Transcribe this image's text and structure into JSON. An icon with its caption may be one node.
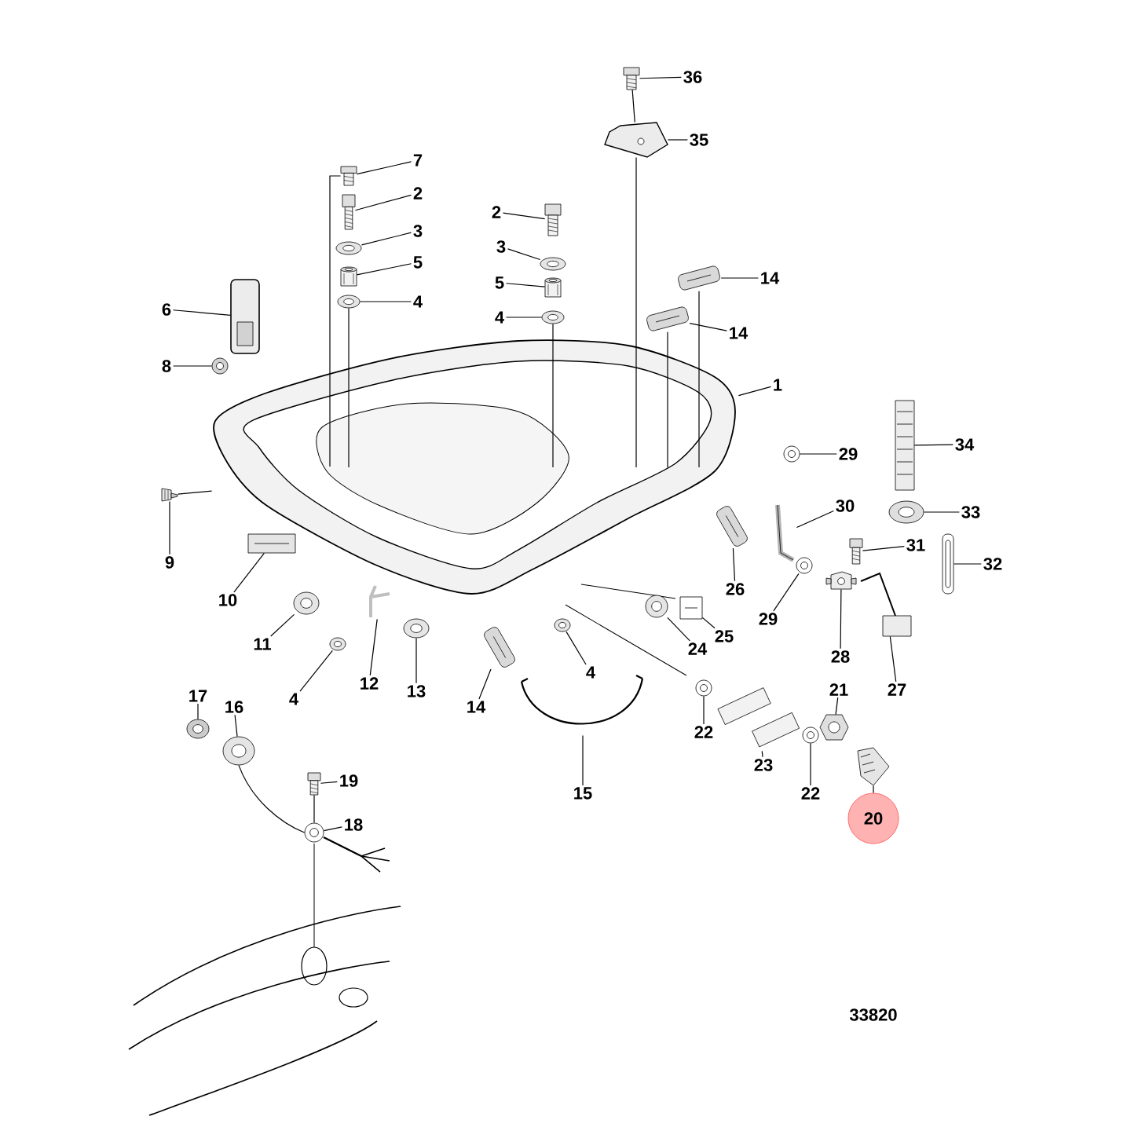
{
  "diagram": {
    "nodes": [
      {
        "text": [
          "36"
        ]
      },
      {
        "text": [
          "35"
        ]
      },
      {
        "text": [
          "7"
        ]
      },
      {
        "text": [
          "2"
        ]
      },
      {
        "text": [
          "2"
        ]
      },
      {
        "text": [
          "3"
        ]
      },
      {
        "text": [
          "3"
        ]
      },
      {
        "text": [
          "14"
        ]
      },
      {
        "text": [
          "5"
        ]
      },
      {
        "text": [
          "5"
        ]
      },
      {
        "text": [
          "6"
        ]
      },
      {
        "text": [
          "4"
        ]
      },
      {
        "text": [
          "4"
        ]
      },
      {
        "text": [
          "8"
        ]
      },
      {
        "text": [
          "14"
        ]
      },
      {
        "text": [
          "1"
        ]
      },
      {
        "text": [
          "34"
        ]
      },
      {
        "text": [
          "29"
        ]
      },
      {
        "text": [
          "30"
        ]
      },
      {
        "text": [
          "33"
        ]
      },
      {
        "text": [
          "31"
        ]
      },
      {
        "text": [
          "32"
        ]
      },
      {
        "text": [
          "9"
        ]
      },
      {
        "text": [
          "10"
        ]
      },
      {
        "text": [
          "26"
        ]
      },
      {
        "text": [
          "25"
        ]
      },
      {
        "text": [
          "24"
        ]
      },
      {
        "text": [
          "29"
        ]
      },
      {
        "text": [
          "4"
        ]
      },
      {
        "text": [
          "28"
        ]
      },
      {
        "text": [
          "11"
        ]
      },
      {
        "text": [
          "12"
        ]
      },
      {
        "text": [
          "13"
        ]
      },
      {
        "text": [
          "21"
        ]
      },
      {
        "text": [
          "17"
        ]
      },
      {
        "text": [
          "27"
        ]
      },
      {
        "text": [
          "4"
        ]
      },
      {
        "text": [
          "14"
        ]
      },
      {
        "text": [
          "16"
        ]
      },
      {
        "text": [
          "22"
        ]
      },
      {
        "text": [
          "23"
        ]
      },
      {
        "text": [
          "19"
        ]
      },
      {
        "text": [
          "22"
        ]
      },
      {
        "text": [
          "15"
        ]
      },
      {
        "text": [
          "20"
        ]
      },
      {
        "text": [
          "18"
        ]
      },
      {
        "text": [],
        "shape": "picture"
      },
      {
        "text": [],
        "shape": "picture"
      },
      {
        "text": [],
        "shape": "picture"
      },
      {
        "text": [],
        "shape": "picture"
      },
      {
        "text": [],
        "shape": "picture"
      },
      {
        "text": [],
        "shape": "picture"
      },
      {
        "text": [],
        "shape": "picture"
      },
      {
        "text": [],
        "shape": "picture"
      },
      {
        "text": [],
        "shape": "picture"
      },
      {
        "text": [],
        "shape": "picture"
      },
      {
        "text": [],
        "shape": "picture"
      },
      {
        "text": [],
        "shape": "picture"
      },
      {
        "text": [],
        "shape": "picture"
      },
      {
        "text": [],
        "shape": "picture"
      },
      {
        "text": [],
        "shape": "picture"
      },
      {
        "text": [],
        "shape": "picture"
      },
      {
        "text": [],
        "shape": "picture"
      },
      {
        "text": [],
        "shape": "picture"
      },
      {
        "text": [],
        "shape": "picture"
      },
      {
        "text": [],
        "shape": "picture"
      },
      {
        "text": [],
        "shape": "picture"
      },
      {
        "text": [],
        "shape": "picture"
      },
      {
        "text": [],
        "shape": "picture"
      },
      {
        "text": [],
        "shape": "picture"
      },
      {
        "text": [],
        "shape": "picture"
      },
      {
        "text": [],
        "shape": "picture"
      },
      {
        "text": [],
        "shape": "picture"
      },
      {
        "text": [],
        "shape": "picture"
      },
      {
        "text": [],
        "shape": "picture"
      },
      {
        "text": [],
        "shape": "picture"
      },
      {
        "text": [],
        "shape": "picture"
      },
      {
        "text": [],
        "shape": "picture"
      },
      {
        "text": [],
        "shape": "picture"
      },
      {
        "text": [],
        "shape": "picture"
      },
      {
        "text": [],
        "shape": "picture"
      },
      {
        "text": [],
        "shape": "picture"
      },
      {
        "text": [],
        "shape": "picture"
      },
      {
        "text": [],
        "shape": "picture"
      },
      {
        "text": [],
        "shape": "picture"
      },
      {
        "text": [],
        "shape": "picture"
      },
      {
        "text": [],
        "shape": "picture"
      },
      {
        "text": [],
        "shape": "picture"
      },
      {
        "text": [],
        "shape": "picture"
      },
      {
        "text": [],
        "shape": "picture"
      },
      {
        "text": [],
        "shape": "picture"
      },
      {
        "text": [],
        "shape": "picture"
      }
    ],
    "edges": [
      {
        "from": 0,
        "to": 46,
        "arrow": "none"
      },
      {
        "from": 1,
        "to": 47,
        "arrow": "none"
      },
      {
        "from": 2,
        "to": 48,
        "arrow": "none"
      },
      {
        "from": 3,
        "to": 49,
        "arrow": "none"
      },
      {
        "from": 4,
        "to": 50,
        "arrow": "none"
      },
      {
        "from": 5,
        "to": 51,
        "arrow": "none"
      },
      {
        "from": 6,
        "to": 52,
        "arrow": "none"
      },
      {
        "from": 7,
        "to": 53,
        "arrow": "none"
      },
      {
        "from": 8,
        "to": 54,
        "arrow": "none"
      },
      {
        "from": 9,
        "to": 55,
        "arrow": "none"
      },
      {
        "from": 10,
        "to": 56,
        "arrow": "none"
      },
      {
        "from": 11,
        "to": 57,
        "arrow": "none"
      },
      {
        "from": 12,
        "to": 58,
        "arrow": "none"
      },
      {
        "from": 13,
        "to": 59,
        "arrow": "none"
      },
      {
        "from": 14,
        "to": 60,
        "arrow": "none"
      },
      {
        "from": 15,
        "to": 61,
        "arrow": "none"
      },
      {
        "from": 16,
        "to": 62,
        "arrow": "none"
      },
      {
        "from": 17,
        "to": 63,
        "arrow": "none"
      },
      {
        "from": 18,
        "to": 64,
        "arrow": "none"
      },
      {
        "from": 19,
        "to": 65,
        "arrow": "none"
      },
      {
        "from": 20,
        "to": 66,
        "arrow": "none"
      },
      {
        "from": 21,
        "to": 67,
        "arrow": "none"
      },
      {
        "from": 22,
        "to": 68,
        "arrow": "none"
      },
      {
        "from": 23,
        "to": 69,
        "arrow": "none"
      },
      {
        "from": 24,
        "to": 70,
        "arrow": "none"
      },
      {
        "from": 25,
        "to": 71,
        "arrow": "none"
      },
      {
        "from": 26,
        "to": 72,
        "arrow": "none"
      },
      {
        "from": 27,
        "to": 73,
        "arrow": "none"
      },
      {
        "from": 28,
        "to": 74,
        "arrow": "none"
      },
      {
        "from": 29,
        "to": 75,
        "arrow": "none"
      },
      {
        "from": 30,
        "to": 76,
        "arrow": "none"
      },
      {
        "from": 31,
        "to": 77,
        "arrow": "none"
      },
      {
        "from": 32,
        "to": 78,
        "arrow": "none"
      },
      {
        "from": 33,
        "to": 79,
        "arrow": "none"
      },
      {
        "from": 34,
        "to": 80,
        "arrow": "none"
      },
      {
        "from": 35,
        "to": 81,
        "arrow": "none"
      },
      {
        "from": 36,
        "to": 82,
        "arrow": "none"
      },
      {
        "from": 37,
        "to": 83,
        "arrow": "none"
      },
      {
        "from": 38,
        "to": 84,
        "arrow": "none"
      },
      {
        "from": 39,
        "to": 85,
        "arrow": "none"
      },
      {
        "from": 40,
        "to": 86,
        "arrow": "none"
      },
      {
        "from": 41,
        "to": 87,
        "arrow": "none"
      },
      {
        "from": 42,
        "to": 88,
        "arrow": "none"
      },
      {
        "from": 43,
        "to": 89,
        "arrow": "none"
      },
      {
        "from": 44,
        "to": 90,
        "arrow": "none"
      },
      {
        "from": 45,
        "to": 91,
        "arrow": "none"
      },
      {
        "from": 46,
        "to": 47,
        "arrow": "none"
      },
      {
        "from": 47,
        "to": 61,
        "arrow": "none"
      },
      {
        "from": 53,
        "to": 61,
        "arrow": "none"
      },
      {
        "from": 60,
        "to": 61,
        "arrow": "none"
      },
      {
        "from": 57,
        "to": 61,
        "arrow": "none"
      },
      {
        "from": 58,
        "to": 61,
        "arrow": "none"
      },
      {
        "from": 68,
        "to": 61,
        "arrow": "none"
      },
      {
        "from": 84,
        "to": 91,
        "arrow": "none"
      },
      {
        "from": 87,
        "to": 91,
        "arrow": "none"
      },
      {
        "from": 48,
        "to": 61,
        "arrow": "none"
      }
    ],
    "labels": [
      "33820"
    ]
  }
}
